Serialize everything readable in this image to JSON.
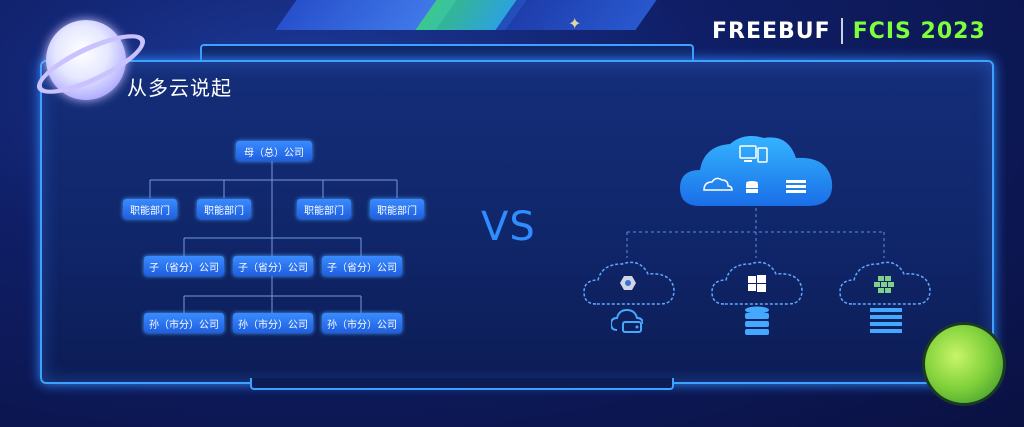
{
  "slide": {
    "title": "从多云说起",
    "vs_label": "VS"
  },
  "brand": {
    "freebuf": "FREEBUF",
    "fcis": "FCIS 2023"
  },
  "org_chart": {
    "root": "母（总）公司",
    "departments": [
      "职能部门",
      "职能部门",
      "职能部门",
      "职能部门"
    ],
    "subsidiaries": [
      "子（省分）公司",
      "子（省分）公司",
      "子（省分）公司"
    ],
    "grand_subsidiaries": [
      "孙（市分）公司",
      "孙（市分）公司",
      "孙（市分）公司"
    ]
  },
  "cloud_diagram": {
    "main_cloud_icons": [
      "devices-icon",
      "cloud-storage-icon",
      "database-icon",
      "server-icon"
    ],
    "sub_clouds": [
      {
        "icon": "hexagon-icon",
        "below_icon": "cloud-storage-icon"
      },
      {
        "icon": "windows-icon",
        "below_icon": "database-icon"
      },
      {
        "icon": "blocks-icon",
        "below_icon": "server-icon"
      }
    ]
  },
  "colors": {
    "accent": "#3ea0ff",
    "brand_green": "#7dff3c",
    "box_blue": "#1f5fe0"
  }
}
